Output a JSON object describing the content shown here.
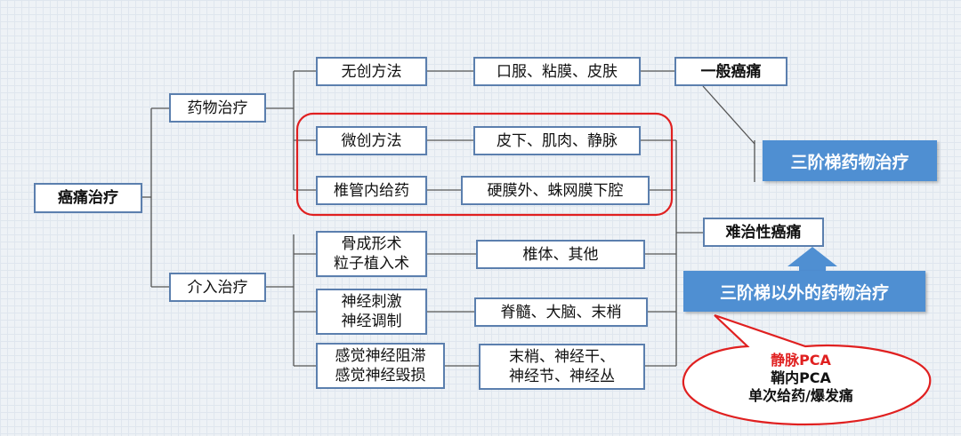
{
  "root": "癌痛治疗",
  "branches": {
    "drug": "药物治疗",
    "intervention": "介入治疗"
  },
  "drug_methods": [
    {
      "method": "无创方法",
      "route": "口服、粘膜、皮肤"
    },
    {
      "method": "微创方法",
      "route": "皮下、肌肉、静脉"
    },
    {
      "method": "椎管内给药",
      "route": "硬膜外、蛛网膜下腔"
    }
  ],
  "intervention_methods": [
    {
      "method": "骨成形术\n粒子植入术",
      "site": "椎体、其他"
    },
    {
      "method": "神经刺激\n神经调制",
      "site": "脊髓、大脑、末梢"
    },
    {
      "method": "感觉神经阻滞\n感觉神经毁损",
      "site": "末梢、神经干、\n神经节、神经丛"
    }
  ],
  "outcomes": {
    "general_pain": "一般癌痛",
    "refractory_pain": "难治性癌痛"
  },
  "banners": {
    "three_step": "三阶梯药物治疗",
    "beyond_three_step": "三阶梯以外的药物治疗"
  },
  "callout": {
    "line1": "静脉PCA",
    "line2": "鞘内PCA",
    "line3": "单次给药/爆发痛"
  },
  "colors": {
    "box_border": "#5b7fae",
    "banner": "#4f8fd2",
    "highlight_red": "#e02020",
    "connector": "#555555"
  }
}
